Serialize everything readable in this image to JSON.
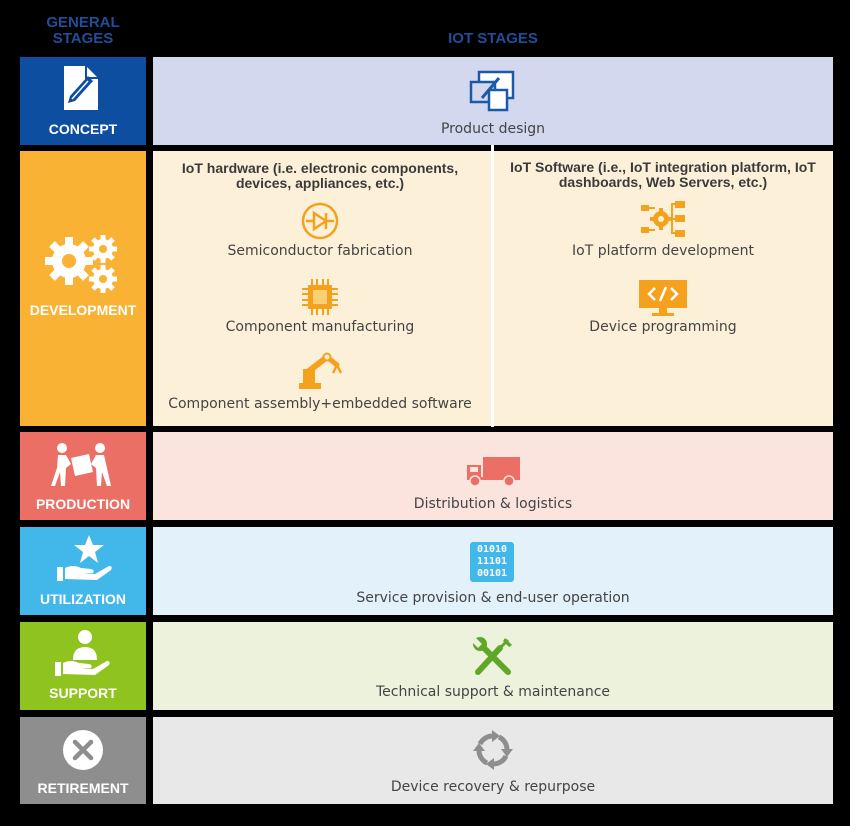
{
  "headers": {
    "general": "GENERAL STAGES",
    "iot": "IOT STAGES"
  },
  "colors": {
    "concept": "#0e4ea0",
    "concept_panel": "#d3d8ef",
    "development": "#f9b234",
    "development_panel": "#fdf0d9",
    "production": "#ec6f66",
    "production_panel": "#fbe3de",
    "utilization": "#42b8ea",
    "utilization_panel": "#e2f1fa",
    "support": "#8fc31f",
    "support_panel": "#ecf2dc",
    "retirement": "#8e8e8e",
    "retirement_panel": "#e8e8e8",
    "header_text": "#1f4e9a"
  },
  "stages": {
    "concept": {
      "label": "CONCEPT",
      "icon": "document-pen-icon",
      "iot": "Product design",
      "iot_icon": "product-design-icon"
    },
    "development": {
      "label": "DEVELOPMENT",
      "icon": "gears-icon",
      "hardware": {
        "heading": "IoT hardware (i.e. electronic components, devices, appliances, etc.)",
        "items": [
          {
            "label": "Semiconductor fabrication",
            "icon": "diode-icon"
          },
          {
            "label": "Component manufacturing",
            "icon": "chip-icon"
          },
          {
            "label": "Component assembly+embedded software",
            "icon": "robot-arm-icon"
          }
        ]
      },
      "software": {
        "heading": "IoT Software (i.e., IoT integration platform, IoT dashboards, Web Servers, etc.)",
        "items": [
          {
            "label": "IoT platform development",
            "icon": "platform-network-icon"
          },
          {
            "label": "Device programming",
            "icon": "code-monitor-icon"
          }
        ]
      }
    },
    "production": {
      "label": "PRODUCTION",
      "icon": "workers-moving-box-icon",
      "iot": "Distribution & logistics",
      "iot_icon": "truck-icon"
    },
    "utilization": {
      "label": "UTILIZATION",
      "icon": "hand-star-icon",
      "iot": "Service provision & end-user operation",
      "iot_icon": "binary-data-icon",
      "binary": [
        "01010",
        "11101",
        "00101"
      ]
    },
    "support": {
      "label": "SUPPORT",
      "icon": "hand-person-icon",
      "iot": "Technical support & maintenance",
      "iot_icon": "wrench-screwdriver-icon"
    },
    "retirement": {
      "label": "RETIREMENT",
      "icon": "x-circle-icon",
      "iot": "Device recovery & repurpose",
      "iot_icon": "recycle-arrows-icon"
    }
  }
}
